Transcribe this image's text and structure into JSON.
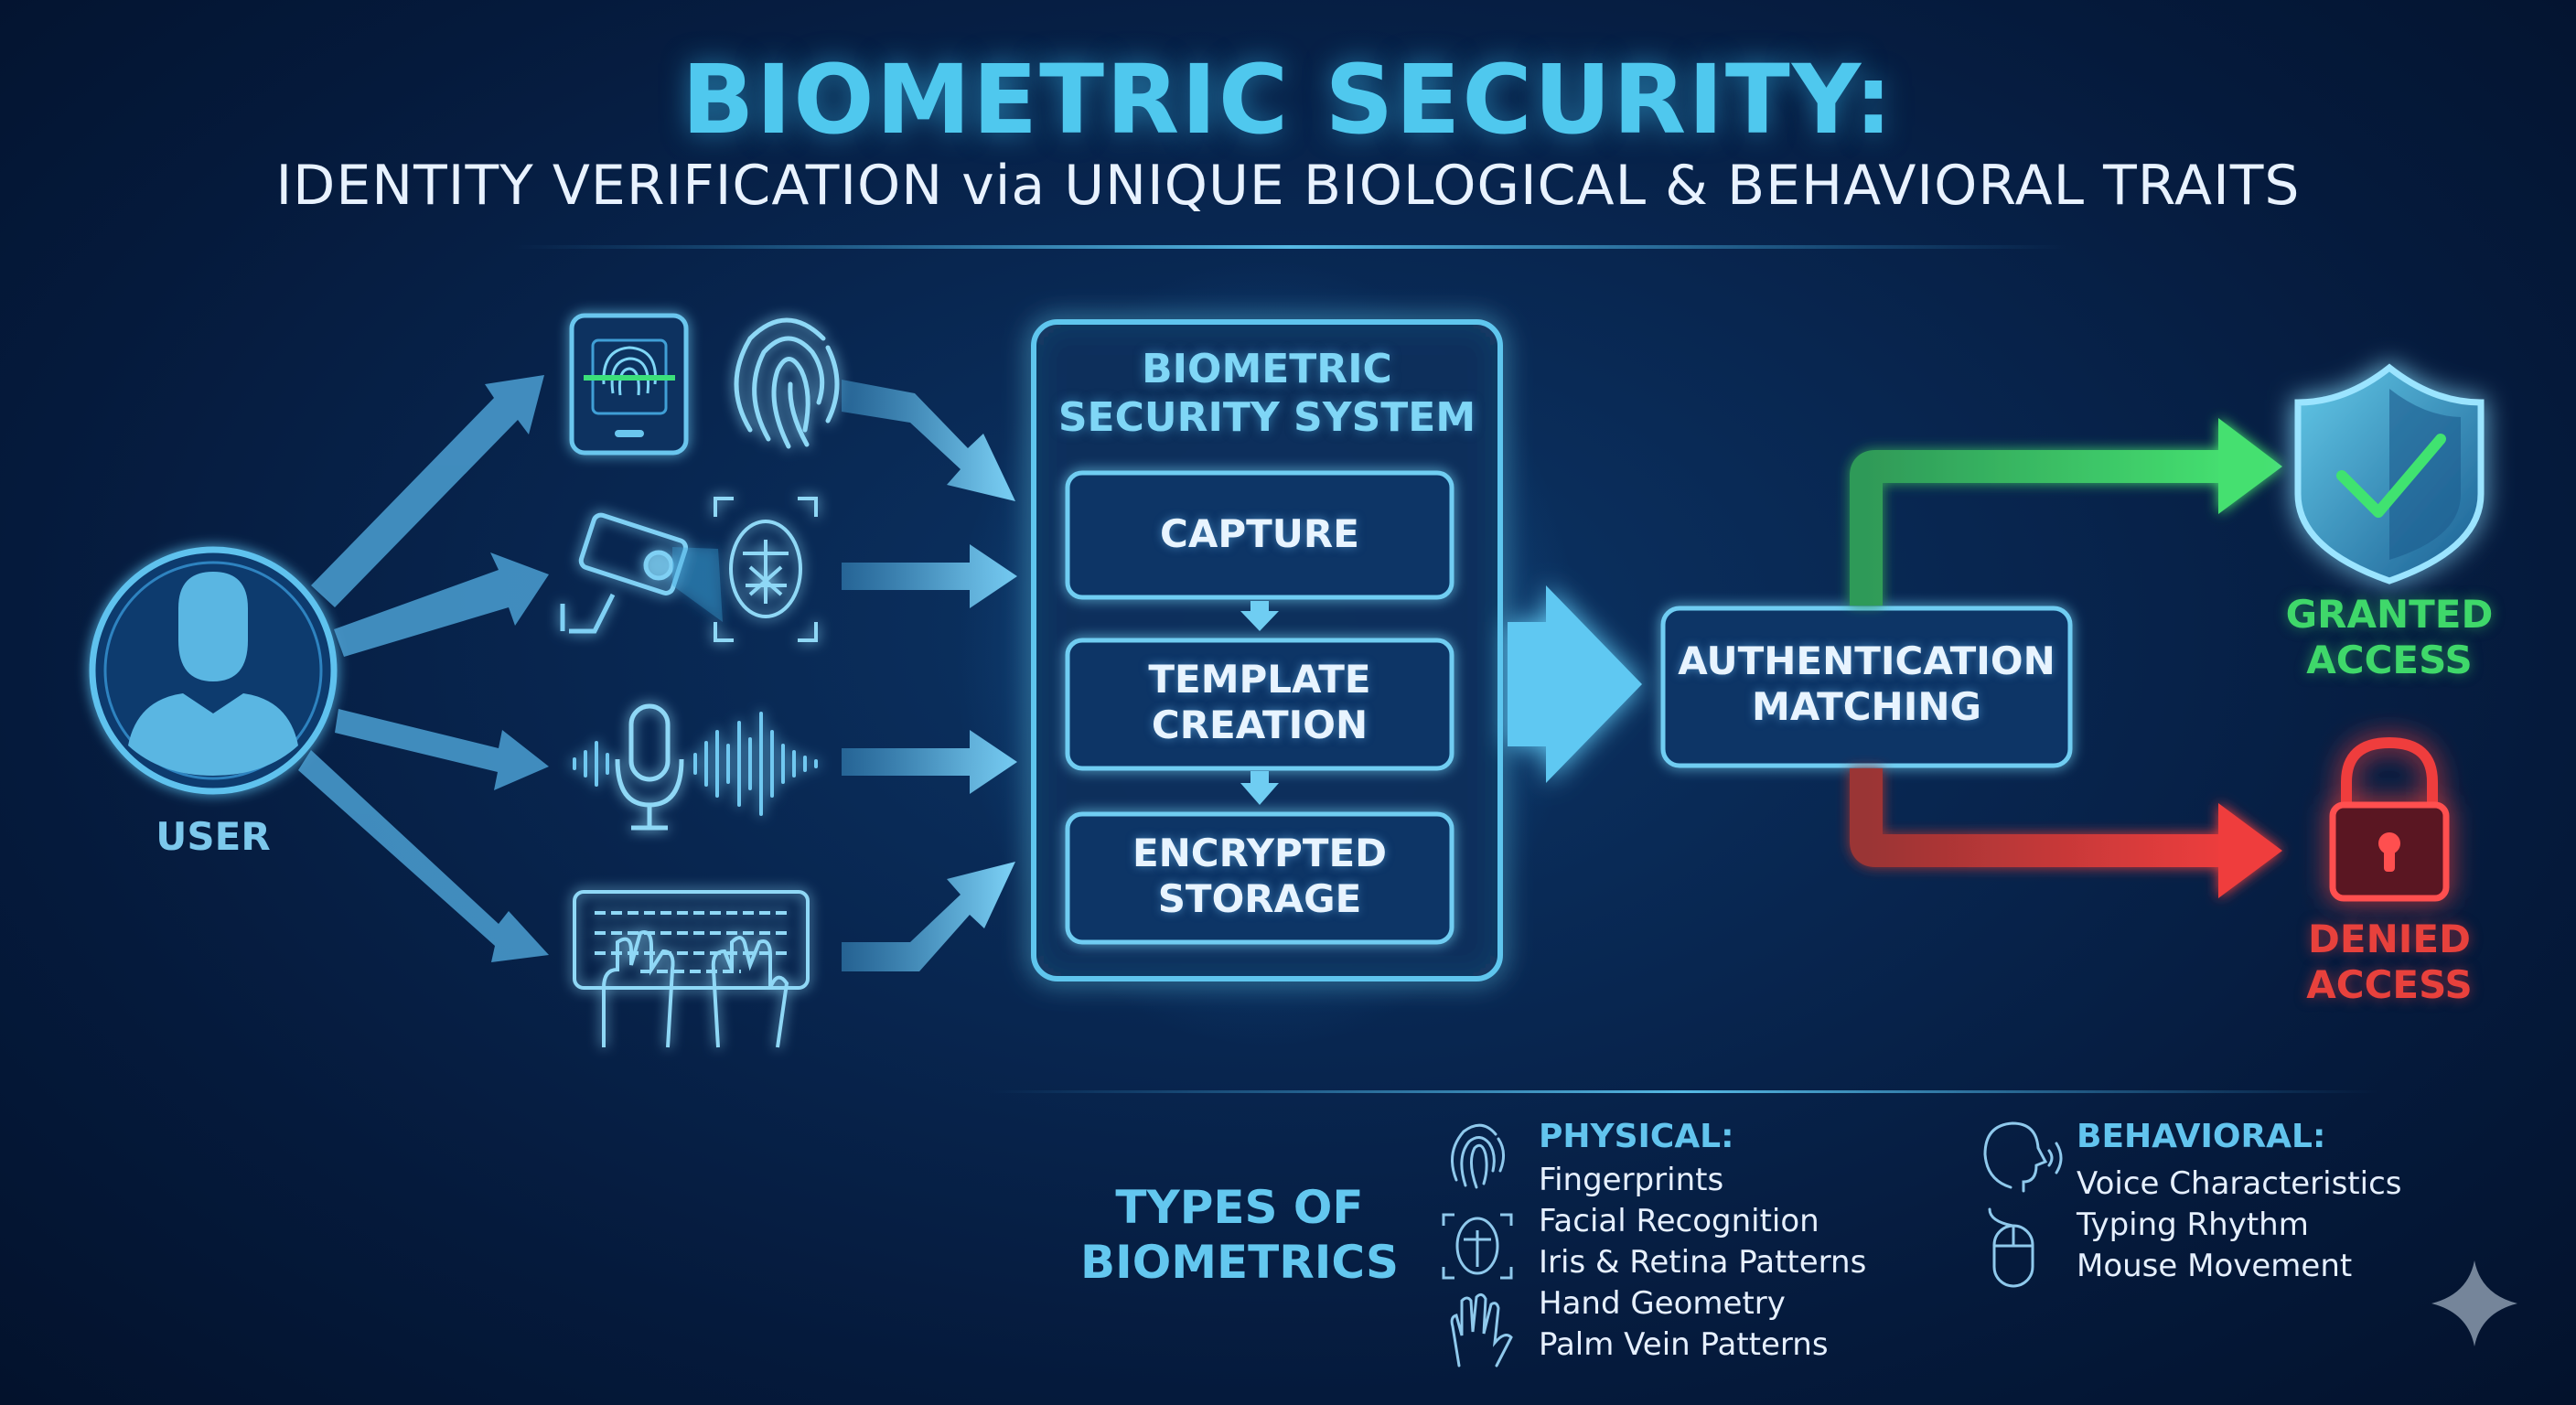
{
  "header": {
    "title": "BIOMETRIC SECURITY:",
    "subtitle": "IDENTITY VERIFICATION via UNIQUE BIOLOGICAL & BEHAVIORAL TRAITS"
  },
  "user": {
    "label": "USER"
  },
  "inputs": [
    {
      "name": "fingerprint-scanner",
      "icons": [
        "fingerprint-scanner-icon",
        "fingerprint-icon"
      ]
    },
    {
      "name": "face-recognition",
      "icons": [
        "camera-icon",
        "face-scan-icon"
      ]
    },
    {
      "name": "voice",
      "icons": [
        "microphone-icon",
        "sound-wave-icon"
      ]
    },
    {
      "name": "typing",
      "icons": [
        "keyboard-hands-icon"
      ]
    }
  ],
  "system": {
    "title_line1": "BIOMETRIC",
    "title_line2": "SECURITY SYSTEM",
    "steps": [
      {
        "line1": "CAPTURE",
        "line2": ""
      },
      {
        "line1": "TEMPLATE",
        "line2": "CREATION"
      },
      {
        "line1": "ENCRYPTED",
        "line2": "STORAGE"
      }
    ]
  },
  "matching": {
    "line1": "AUTHENTICATION",
    "line2": "MATCHING"
  },
  "outcomes": {
    "granted": {
      "line1": "GRANTED",
      "line2": "ACCESS",
      "color": "#3fd86a"
    },
    "denied": {
      "line1": "DENIED",
      "line2": "ACCESS",
      "color": "#e8413c"
    }
  },
  "types": {
    "title_line1": "TYPES OF",
    "title_line2": "BIOMETRICS",
    "physical": {
      "title": "PHYSICAL:",
      "items": [
        "Fingerprints",
        "Facial Recognition",
        "Iris & Retina Patterns",
        "Hand Geometry",
        "Palm Vein Patterns"
      ]
    },
    "behavioral": {
      "title": "BEHAVIORAL:",
      "items": [
        "Voice Characteristics",
        "Typing Rhythm",
        "Mouse Movement"
      ]
    }
  },
  "colors": {
    "accent": "#4fc8ee",
    "box_border": "#5fc6ee",
    "background": "#082650"
  }
}
